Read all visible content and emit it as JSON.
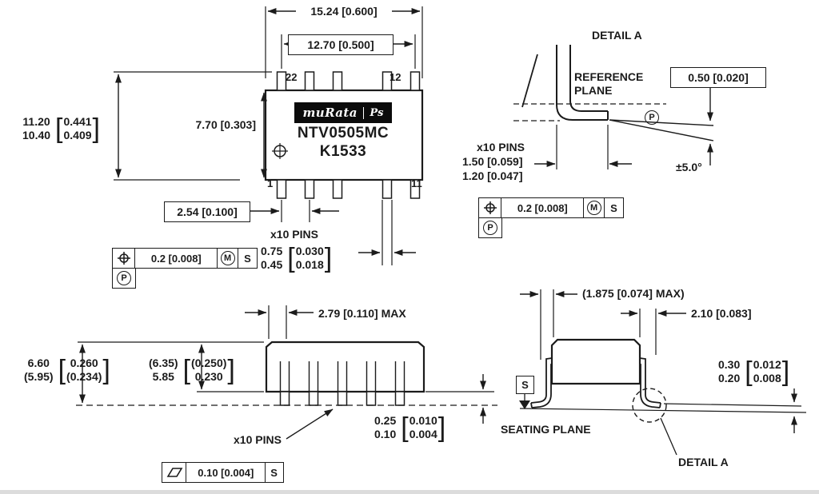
{
  "package": {
    "part_number": "NTV0505MC",
    "date_code": "K1533"
  },
  "logo": {
    "brand": "muRata",
    "ps": "Ps"
  },
  "colors": {
    "line": "#1b1b1b",
    "background": "#ffffff",
    "logo_bg": "#0b0b0b",
    "logo_text": "#ffffff"
  },
  "top_view": {
    "dim_overall_width": "15.24 [0.600]",
    "dim_pin_span": "12.70 [0.500]",
    "pin_top_left": "22",
    "pin_top_right": "12",
    "pin_bottom_left": "1",
    "pin_bottom_right": "11",
    "dim_height": {
      "mm_max": "11.20",
      "mm_min": "10.40",
      "in_max": "0.441",
      "in_min": "0.409"
    },
    "dim_body_width": "7.70 [0.303]",
    "dim_pitch": "2.54 [0.100]",
    "pins_note": "x10 PINS",
    "dim_lead_width": {
      "mm_max": "0.75",
      "mm_min": "0.45",
      "in_max": "0.030",
      "in_min": "0.018"
    },
    "fcf": {
      "tolerance": "0.2 [0.008]",
      "modifier": "M",
      "datum": "S",
      "datum_ref": "P"
    }
  },
  "detail_a": {
    "title": "DETAIL A",
    "ref_plane_1": "REFERENCE",
    "ref_plane_2": "PLANE",
    "dim_tip": "0.50 [0.020]",
    "datum_p": "P",
    "pins_note": "x10 PINS",
    "dim_foot_max": "1.50 [0.059]",
    "dim_foot_min": "1.20 [0.047]",
    "angle_tol": "±5.0°",
    "fcf": {
      "tolerance": "0.2 [0.008]",
      "modifier": "M",
      "datum": "S",
      "datum_ref": "P"
    }
  },
  "side_view": {
    "dim_seated": {
      "mm_max": "6.60",
      "mm_min": "(5.95)",
      "in_max": "0.260",
      "in_min": "(0.234)"
    },
    "dim_body": {
      "mm_max": "(6.35)",
      "mm_min": "5.85",
      "in_max": "(0.250)",
      "in_min": "0.230"
    },
    "dim_end_clearance": "2.79 [0.110] MAX",
    "pins_note": "x10 PINS",
    "dim_standoff": {
      "mm_max": "0.25",
      "mm_min": "0.10",
      "in_max": "0.010",
      "in_min": "0.004"
    },
    "fcf": {
      "tolerance": "0.10 [0.004]",
      "datum": "S"
    }
  },
  "end_view": {
    "dim_center_max": "(1.875 [0.074] MAX)",
    "dim_lead": "2.10 [0.083]",
    "dim_foot": {
      "mm_max": "0.30",
      "mm_min": "0.20",
      "in_max": "0.012",
      "in_min": "0.008"
    },
    "datum_s": "S",
    "seating_plane": "SEATING PLANE",
    "detail_ref": "DETAIL A"
  }
}
